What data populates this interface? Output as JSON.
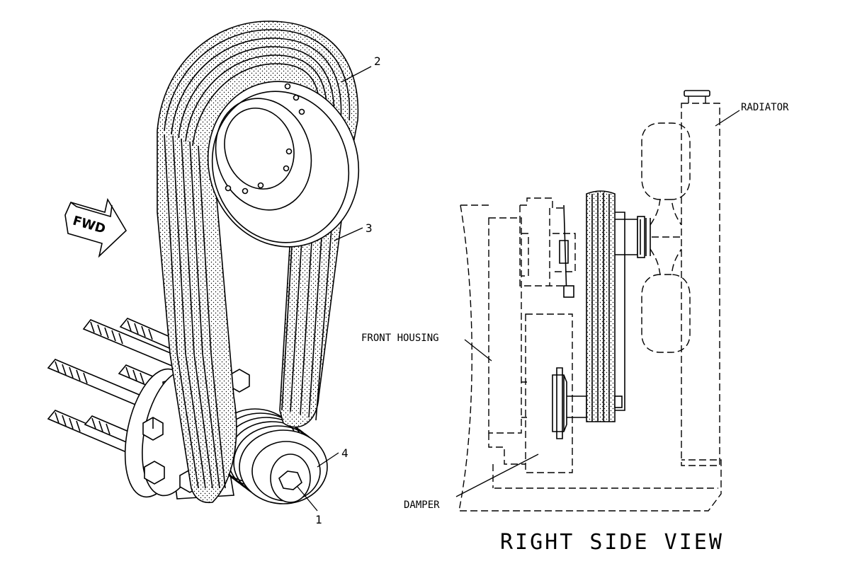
{
  "callouts": {
    "c1": "1",
    "c2": "2",
    "c3": "3",
    "c4": "4"
  },
  "direction_arrow": "FWD",
  "side_view": {
    "title": "RIGHT SIDE VIEW",
    "labels": {
      "radiator": "RADIATOR",
      "front_housing": "FRONT HOUSING",
      "damper": "DAMPER"
    }
  }
}
